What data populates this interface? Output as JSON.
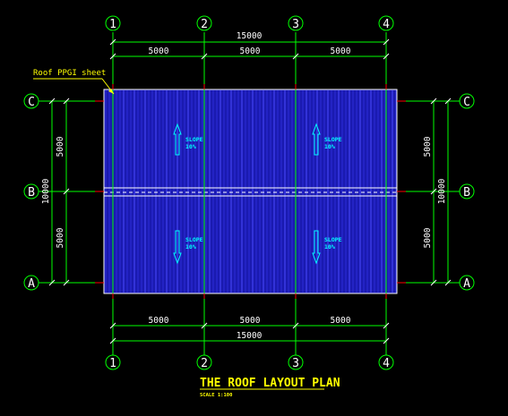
{
  "drawing": {
    "title": "THE ROOF LAYOUT PLAN",
    "scale": "SCALE 1:100",
    "leader_label": "Roof PPGI sheet",
    "grid_columns": [
      "1",
      "2",
      "3",
      "4"
    ],
    "grid_rows": [
      "A",
      "B",
      "C"
    ],
    "dims_horizontal_top": {
      "total": "15000",
      "spans": [
        "5000",
        "5000",
        "5000"
      ]
    },
    "dims_horizontal_bottom": {
      "total": "15000",
      "spans": [
        "5000",
        "5000",
        "5000"
      ]
    },
    "dims_vertical_left": {
      "total": "10000",
      "spans": [
        "5000",
        "5000"
      ]
    },
    "dims_vertical_right": {
      "total": "10000",
      "spans": [
        "5000",
        "5000"
      ]
    },
    "slope_marks": [
      {
        "label": "SLOPE",
        "value": "10%",
        "direction": "up"
      },
      {
        "label": "SLOPE",
        "value": "10%",
        "direction": "up"
      },
      {
        "label": "SLOPE",
        "value": "10%",
        "direction": "down"
      },
      {
        "label": "SLOPE",
        "value": "10%",
        "direction": "down"
      }
    ],
    "colors": {
      "background": "#000000",
      "roof_fill": "#1a1ab0",
      "roof_lines": "#3a3aff",
      "grid": "#00ff00",
      "dims": "#00ff00",
      "text": "#ffffff",
      "accent": "#ffff00",
      "slope": "#00ffff",
      "axis": "#ff0000"
    }
  }
}
